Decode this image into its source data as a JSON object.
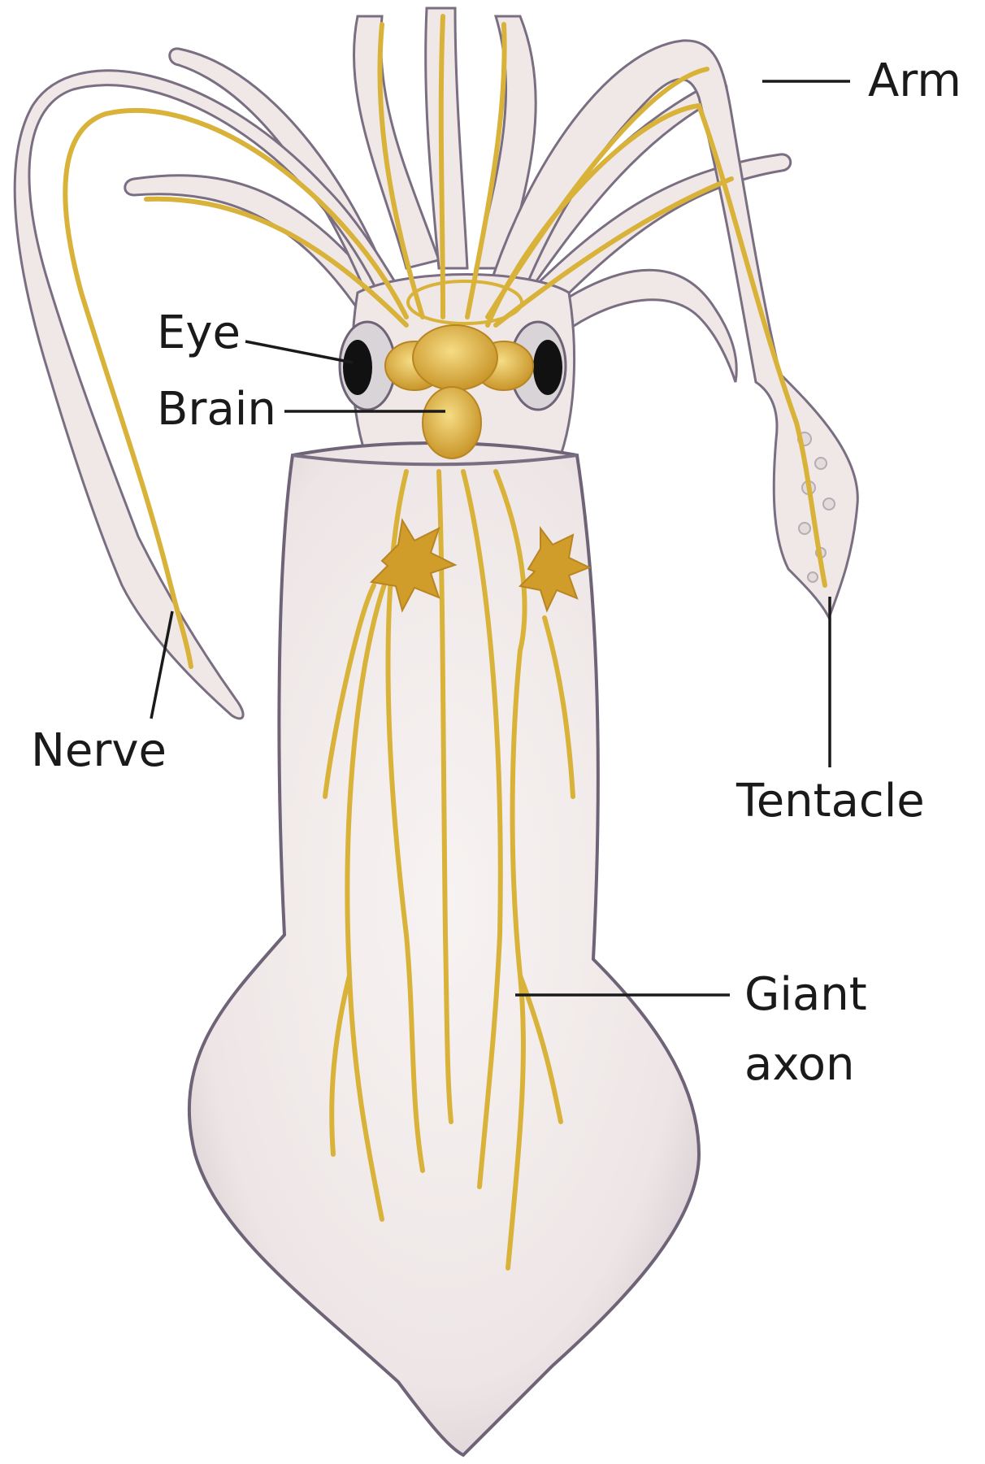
{
  "labels": {
    "arm": "Arm",
    "eye": "Eye",
    "brain": "Brain",
    "nerve": "Nerve",
    "tentacle": "Tentacle",
    "giant_axon_line1": "Giant",
    "giant_axon_line2": "axon"
  },
  "colors": {
    "body_fill": "#f1ebea",
    "body_outline": "#6f6378",
    "nerve": "#d9b23a",
    "ganglion": "#d19d2a",
    "brain": "#dcae3a",
    "eye": "#111111",
    "leader_line": "#1a1a1a"
  }
}
